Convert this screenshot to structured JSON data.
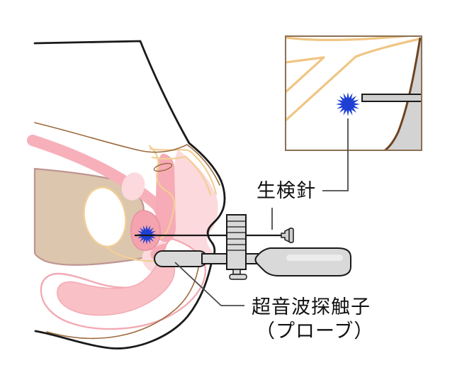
{
  "diagram": {
    "type": "medical-illustration",
    "subject": "transrectal-ultrasound-guided-prostate-biopsy",
    "labels": {
      "biopsy_needle": "生検針",
      "ultrasound_probe_line1": "超音波探触子",
      "ultrasound_probe_line2": "（プローブ）"
    },
    "icons": {
      "target_marker": "starburst-icon",
      "inset_target_marker": "starburst-icon"
    },
    "colors": {
      "background": "#ffffff",
      "starburst_blue": "#1e3fd2",
      "body_outline": "#1a1a1a",
      "device_gray": "#d9d9d9",
      "device_gray_light": "#ececec",
      "anatomy_tan": "#dcc6ae",
      "anatomy_tan_edge": "#bf9492",
      "anatomy_pink": "#f6abb6",
      "anatomy_pink_light": "#fcd9dc",
      "rectum_outline": "#f2aab4",
      "rectum_fill": "#f9c0c6",
      "prostate_pink": "#f5a3af",
      "cream_line": "#f2cf96",
      "brown_line": "#9c6b3f",
      "inset_border": "#8a7054",
      "inset_brown_curve": "#6e4423",
      "inset_gray": "#d3d3d3",
      "leader_line": "#4a4a4a"
    }
  }
}
